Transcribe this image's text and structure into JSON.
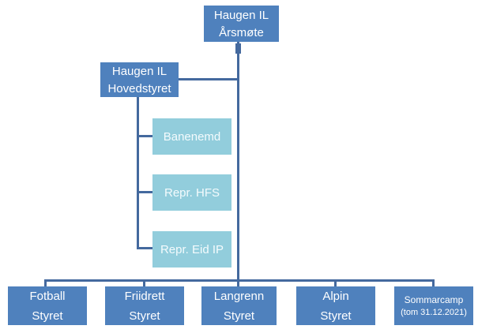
{
  "diagram": {
    "type": "org-chart",
    "organization": "Haugen IL",
    "colors": {
      "node_dark": "#4F81BD",
      "node_light": "#92CDDC",
      "connector": "#44699E",
      "text": "#FFFFFF",
      "background": "#FFFFFF"
    },
    "nodes": {
      "arsmote": {
        "line1": "Haugen IL",
        "line2": "Årsmøte",
        "style": "dark"
      },
      "hovedstyret": {
        "line1": "Haugen IL",
        "line2": "Hovedstyret",
        "style": "dark"
      },
      "banenemd": {
        "line1": "Banenemd",
        "style": "light"
      },
      "repr_hfs": {
        "line1": "Repr. HFS",
        "style": "light"
      },
      "repr_eid_ip": {
        "line1": "Repr. Eid IP",
        "style": "light"
      },
      "fotball": {
        "line1": "Fotball",
        "line2": "Styret",
        "style": "dark"
      },
      "friidrett": {
        "line1": "Friidrett",
        "line2": "Styret",
        "style": "dark"
      },
      "langrenn": {
        "line1": "Langrenn",
        "line2": "Styret",
        "style": "dark"
      },
      "alpin": {
        "line1": "Alpin",
        "line2": "Styret",
        "style": "dark"
      },
      "sommarcamp": {
        "line1": "Sommarcamp",
        "line2": "(tom 31.12.2021)",
        "style": "dark"
      }
    },
    "edges": [
      {
        "from": "arsmote",
        "to": "hovedstyret"
      },
      {
        "from": "arsmote",
        "to": "fotball"
      },
      {
        "from": "arsmote",
        "to": "friidrett"
      },
      {
        "from": "arsmote",
        "to": "langrenn"
      },
      {
        "from": "arsmote",
        "to": "alpin"
      },
      {
        "from": "arsmote",
        "to": "sommarcamp"
      },
      {
        "from": "hovedstyret",
        "to": "banenemd"
      },
      {
        "from": "hovedstyret",
        "to": "repr_hfs"
      },
      {
        "from": "hovedstyret",
        "to": "repr_eid_ip"
      }
    ]
  }
}
